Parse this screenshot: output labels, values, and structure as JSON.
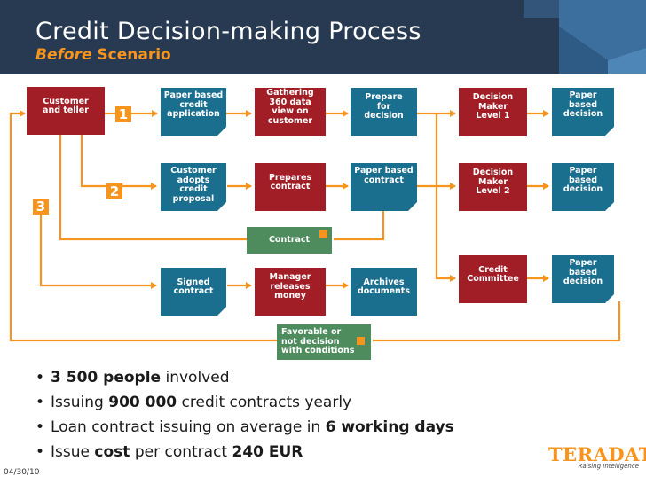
{
  "header": {
    "title": "Credit Decision-making Process",
    "subtitle_italic": "Before",
    "subtitle_rest": " Scenario"
  },
  "diagram": {
    "customer_teller": "Customer\nand teller",
    "paper_application": "Paper based\ncredit\napplication",
    "gathering": "Gathering\n360 data\nview on\ncustomer",
    "prepare_decision": "Prepare\nfor\ndecision",
    "decision_maker_1": "Decision\nMaker\nLevel 1",
    "paper_decision_1": "Paper based\ndecision",
    "customer_adopts": "Customer\nadopts\ncredit\nproposal",
    "prepares_contract": "Prepares\ncontract",
    "paper_contract": "Paper based\ncontract",
    "decision_maker_2": "Decision\nMaker\nLevel 2",
    "paper_decision_2": "Paper based\ndecision",
    "contract": "Contract",
    "signed_contract": "Signed\ncontract",
    "manager_releases": "Manager\nreleases\nmoney",
    "archives_documents": "Archives\ndocuments",
    "credit_committee": "Credit\nCommittee",
    "paper_decision_3": "Paper based\ndecision",
    "favorable": "Favorable or\nnot decision\nwith conditions",
    "markers": [
      "1",
      "2",
      "3"
    ]
  },
  "bullets": [
    {
      "bold": "3 500 people",
      "after": " involved"
    },
    {
      "before": "Issuing ",
      "bold": "900 000",
      "after": " credit contracts yearly"
    },
    {
      "before": "Loan contract issuing on average in ",
      "bold": "6 working days"
    },
    {
      "before": "Issue ",
      "bold": "cost",
      "middle": " per contract ",
      "bold2": "240 EUR"
    }
  ],
  "footer": {
    "date": "04/30/10",
    "logo_text": "TERADATA",
    "logo_tagline": "Raising Intelligence"
  },
  "colors": {
    "teal": "#1a6e8e",
    "red": "#a11e26",
    "green": "#4e8c5e",
    "orange": "#f7941d",
    "header_bg": "#283a52"
  }
}
